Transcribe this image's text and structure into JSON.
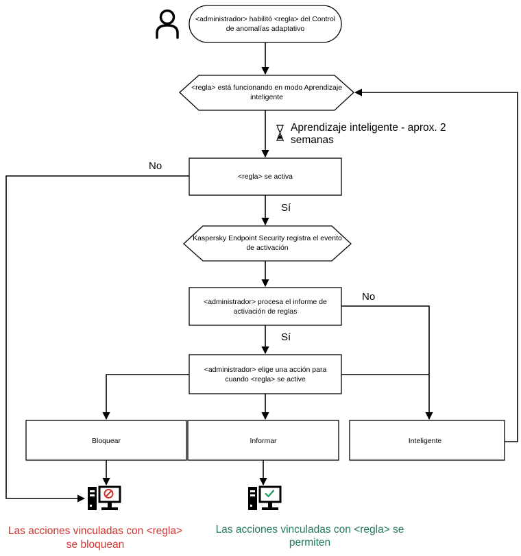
{
  "nodes": {
    "start": [
      "<administrador> habilitó <regla> del Control",
      "de anomalías adaptativo"
    ],
    "learning": [
      "<regla> está funcionando en modo Aprendizaje",
      "inteligente"
    ],
    "triggered": [
      "<regla> se activa"
    ],
    "log_event": [
      "Kaspersky Endpoint Security registra el evento",
      "de activación"
    ],
    "process_report": [
      "<administrador> procesa el informe de",
      "activación de reglas"
    ],
    "choose_action": [
      "<administrador> elige una acción para",
      "cuando <regla> se active"
    ],
    "block": [
      "Bloquear"
    ],
    "inform": [
      "Informar"
    ],
    "smart": [
      "Inteligente"
    ]
  },
  "learning_note": [
    "Aprendizaje inteligente - aprox. 2",
    "semanas"
  ],
  "edge_labels": {
    "triggered_no": "No",
    "triggered_yes": "Sí",
    "report_no": "No",
    "report_yes": "Sí"
  },
  "outcomes": {
    "blocked": [
      "Las acciones vinculadas con <regla>",
      "se bloquean"
    ],
    "allowed": [
      "Las acciones vinculadas con <regla> se",
      "permiten"
    ]
  },
  "icons": {
    "start": "user-icon",
    "learning_note": "hourglass-icon",
    "blocked": "computer-blocked-icon",
    "allowed": "computer-allowed-icon"
  },
  "colors": {
    "blocked_text": "#d0312d",
    "allowed_text": "#1f7a55",
    "block_badge": "#d0312d",
    "allow_check": "#1f9a5b"
  }
}
